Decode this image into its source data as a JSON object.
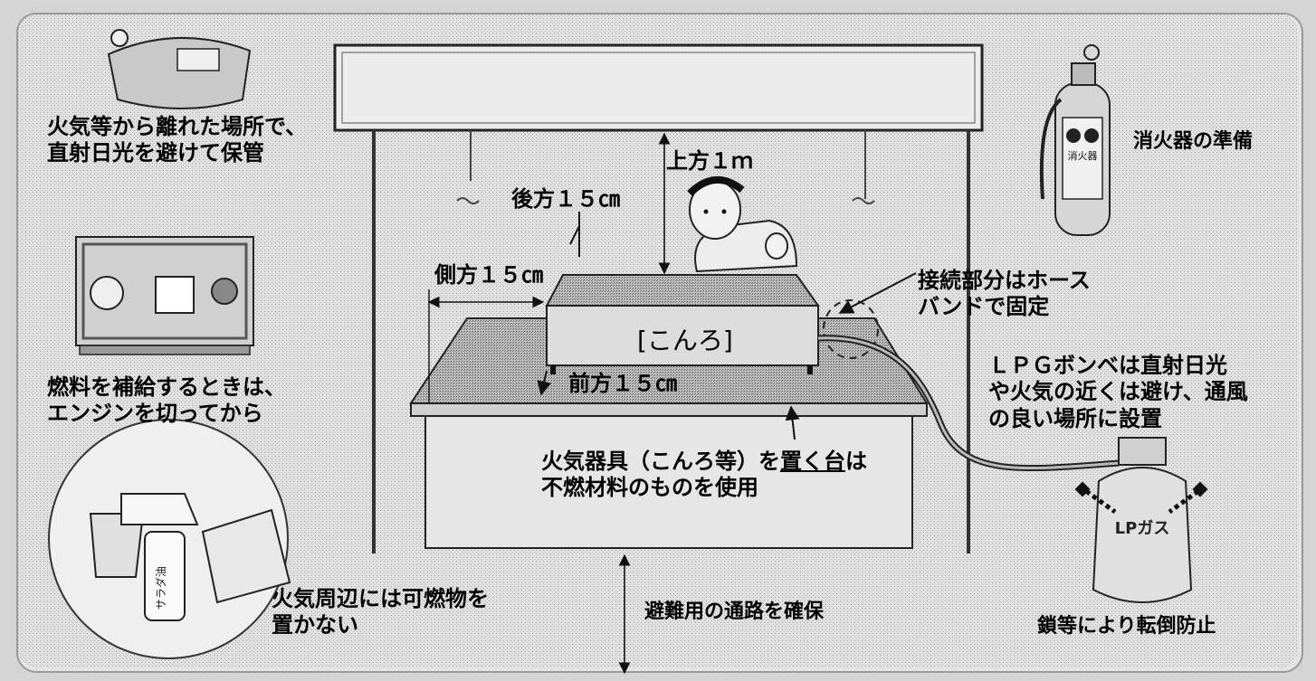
{
  "labels": {
    "tank_storage": "火気等から離れた場所で、\n直射日光を避けて保管",
    "refuel": "燃料を補給するときは、\nエンジンを切ってから",
    "combustibles": "火気周辺には可燃物を\n置かない",
    "extinguisher": "消火器の準備",
    "above": "上方１ｍ",
    "back": "後方１５㎝",
    "side": "側方１５㎝",
    "front": "前方１５㎝",
    "stove": "[こんろ]",
    "hose_band": "接続部分はホース\nバンドで固定",
    "lpg_placement": "ＬＰＧボンベは直射日光\nや火気の近くは避け、通風\nの良い場所に設置",
    "table_line1_pre": "火気器具（こんろ等）を",
    "table_line1_ul": "置く台",
    "table_line1_post": "は",
    "table_line2": "不燃材料のものを使用",
    "escape_route": "避難用の通路を確保",
    "chain": "鎖等により転倒防止",
    "extinguisher_plate": "消火器",
    "cylinder_print": "LPガス",
    "bottle_print": "サラダ油"
  },
  "colors": {
    "background": "#d4d4d4",
    "ink": "#000000",
    "line": "#333333"
  }
}
